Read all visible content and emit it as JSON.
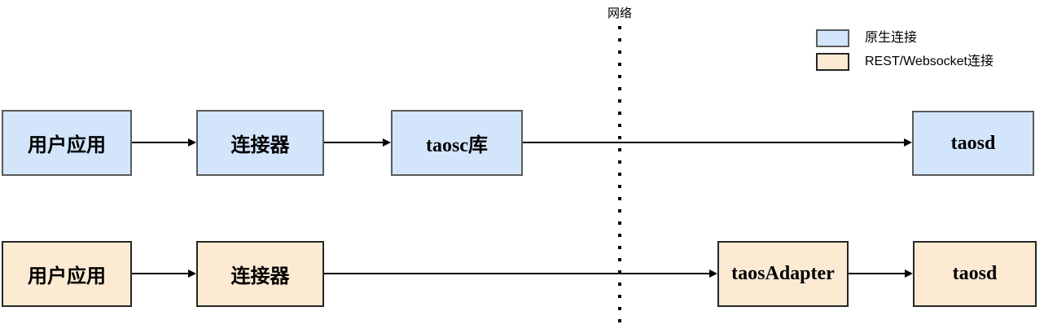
{
  "network_label": "网络",
  "legend": {
    "native_label": "原生连接",
    "rest_label": "REST/Websocket连接"
  },
  "native_row": {
    "boxes": [
      "用户应用",
      "连接器",
      "taosc库",
      "taosd"
    ]
  },
  "rest_row": {
    "boxes": [
      "用户应用",
      "连接器",
      "taosAdapter",
      "taosd"
    ]
  },
  "colors": {
    "native_fill": "#d3e5fa",
    "native_border": "#5a5a5a",
    "rest_fill": "#fcead3",
    "rest_border": "#262626",
    "arrow": "#000000",
    "text": "#000000"
  }
}
